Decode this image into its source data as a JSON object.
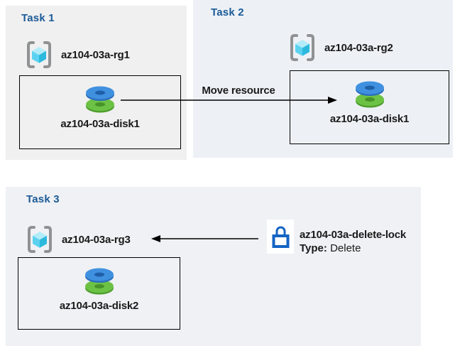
{
  "colors": {
    "task_title": "#1b5a97",
    "panel1_bg": "#f0f0f0",
    "panel2_bg": "#edf1f6",
    "panel3_bg": "#eff1f4",
    "arrow": "#000000",
    "lock_blue": "#1464c4",
    "cube_top": "#b3ecf9",
    "cube_left": "#5cd2f0",
    "cube_right": "#2cb9dd",
    "disk_blue": "#4090e0",
    "disk_green": "#6cc244"
  },
  "icons": {
    "resource_group": "resource-group-icon",
    "disk": "disk-icon",
    "lock": "lock-icon"
  },
  "tasks": [
    {
      "label": "Task 1",
      "rg": "az104-03a-rg1",
      "disk": "az104-03a-disk1"
    },
    {
      "label": "Task 2",
      "rg": "az104-03a-rg2",
      "disk": "az104-03a-disk1"
    },
    {
      "label": "Task 3",
      "rg": "az104-03a-rg3",
      "disk": "az104-03a-disk2"
    }
  ],
  "arrows": [
    {
      "label": "Move resource",
      "from": "az104-03a-disk1 (rg1)",
      "to": "az104-03a-disk1 (rg2)"
    },
    {
      "label": "",
      "from": "az104-03a-delete-lock",
      "to": "az104-03a-rg3"
    }
  ],
  "lock": {
    "name": "az104-03a-delete-lock",
    "type_label": "Type:",
    "type_value": "Delete"
  }
}
